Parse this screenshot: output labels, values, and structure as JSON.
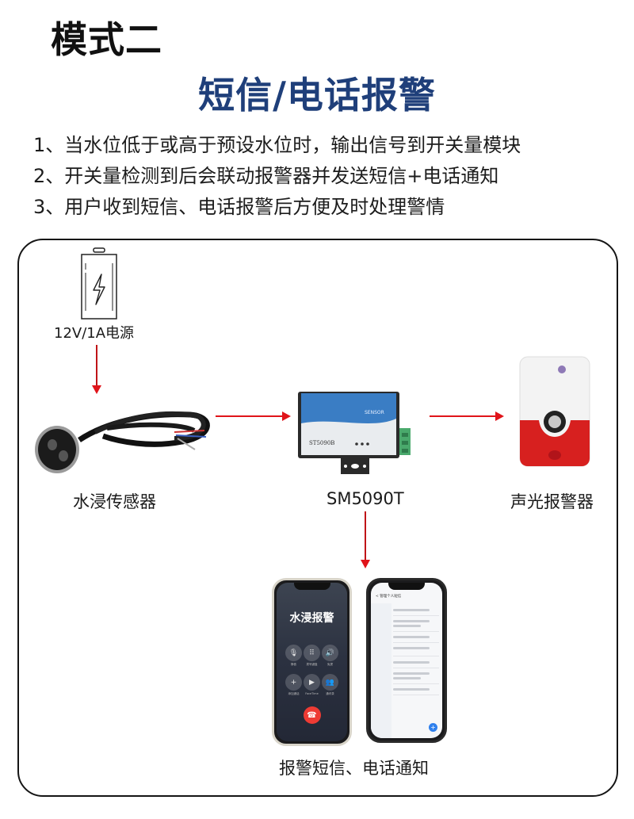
{
  "header": {
    "mode_title": "模式二",
    "sub_title": "短信/电话报警"
  },
  "steps": [
    "1、当水位低于或高于预设水位时，输出信号到开关量模块",
    "2、开关量检测到后会联动报警器并发送短信+电话通知",
    "3、用户收到短信、电话报警后方便及时处理警情"
  ],
  "diagram": {
    "power": {
      "label": "12V/1A电源",
      "icon": "battery-charging-icon"
    },
    "sensor": {
      "label": "水浸传感器"
    },
    "gateway": {
      "label": "SM5090T",
      "device_print": "ST5090B",
      "panel_text": "SENSOR"
    },
    "alarm": {
      "label": "声光报警器"
    },
    "phones": {
      "label": "报警短信、电话通知",
      "call_screen": {
        "caller": "水浸报警",
        "buttons": [
          "静音",
          "拨号键盘",
          "免提",
          "添加通话",
          "FaceTime",
          "通讯录"
        ]
      },
      "sms_screen": {
        "header": "< 管理个人短信"
      }
    },
    "colors": {
      "arrow": "#e0141a",
      "subtitle": "#1f3f7a",
      "frame": "#151515"
    }
  }
}
